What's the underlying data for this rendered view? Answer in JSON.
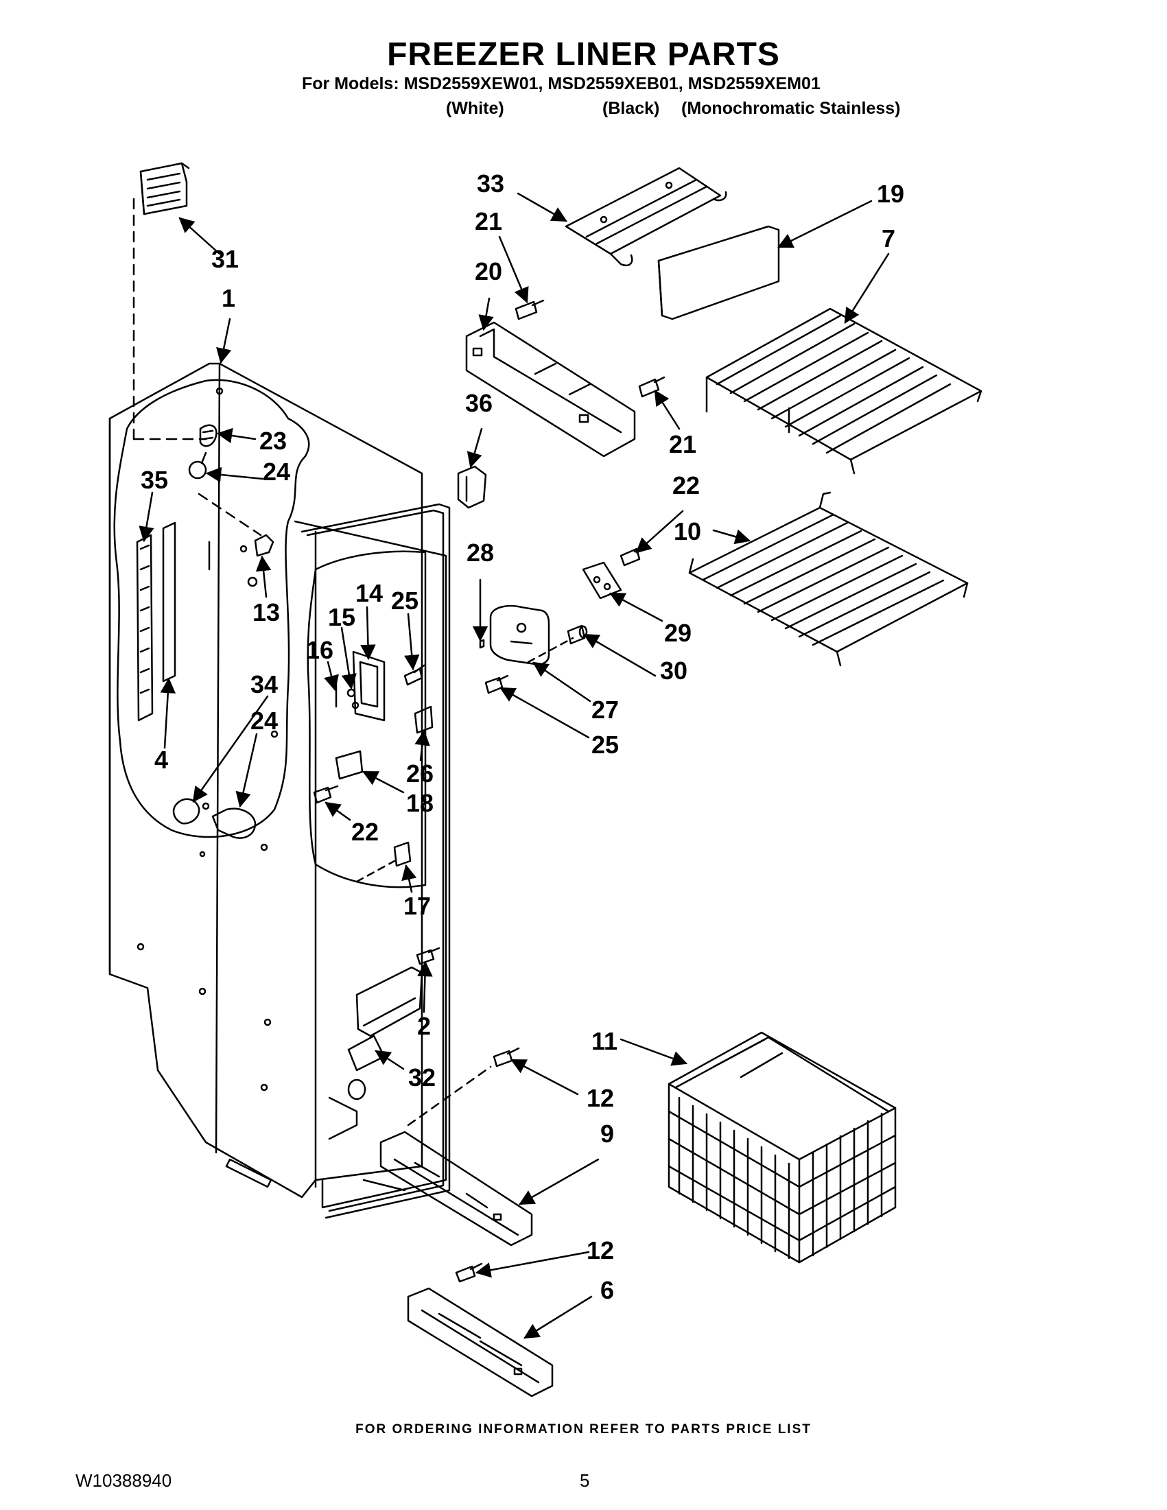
{
  "header": {
    "title": "FREEZER LINER PARTS",
    "models_line": "For Models: MSD2559XEW01, MSD2559XEB01, MSD2559XEM01",
    "variants": [
      "(White)",
      "(Black)",
      "(Monochromatic Stainless)"
    ]
  },
  "callouts": [
    {
      "id": "c31",
      "label": "31"
    },
    {
      "id": "c1",
      "label": "1"
    },
    {
      "id": "c23",
      "label": "23"
    },
    {
      "id": "c35",
      "label": "35"
    },
    {
      "id": "c24a",
      "label": "24"
    },
    {
      "id": "c13",
      "label": "13"
    },
    {
      "id": "c34",
      "label": "34"
    },
    {
      "id": "c24b",
      "label": "24"
    },
    {
      "id": "c4",
      "label": "4"
    },
    {
      "id": "c16",
      "label": "16"
    },
    {
      "id": "c15",
      "label": "15"
    },
    {
      "id": "c14",
      "label": "14"
    },
    {
      "id": "c25a",
      "label": "25"
    },
    {
      "id": "c26",
      "label": "26"
    },
    {
      "id": "c18",
      "label": "18"
    },
    {
      "id": "c22a",
      "label": "22"
    },
    {
      "id": "c17",
      "label": "17"
    },
    {
      "id": "c2",
      "label": "2"
    },
    {
      "id": "c32",
      "label": "32"
    },
    {
      "id": "c33",
      "label": "33"
    },
    {
      "id": "c21a",
      "label": "21"
    },
    {
      "id": "c20",
      "label": "20"
    },
    {
      "id": "c19",
      "label": "19"
    },
    {
      "id": "c7",
      "label": "7"
    },
    {
      "id": "c36",
      "label": "36"
    },
    {
      "id": "c21b",
      "label": "21"
    },
    {
      "id": "c22b",
      "label": "22"
    },
    {
      "id": "c10",
      "label": "10"
    },
    {
      "id": "c28",
      "label": "28"
    },
    {
      "id": "c29",
      "label": "29"
    },
    {
      "id": "c30",
      "label": "30"
    },
    {
      "id": "c27",
      "label": "27"
    },
    {
      "id": "c25b",
      "label": "25"
    },
    {
      "id": "c11",
      "label": "11"
    },
    {
      "id": "c12a",
      "label": "12"
    },
    {
      "id": "c9",
      "label": "9"
    },
    {
      "id": "c12b",
      "label": "12"
    },
    {
      "id": "c6",
      "label": "6"
    }
  ],
  "footer": {
    "note": "FOR ORDERING INFORMATION REFER TO PARTS PRICE LIST",
    "doc_number": "W10388940",
    "page_number": "5"
  }
}
